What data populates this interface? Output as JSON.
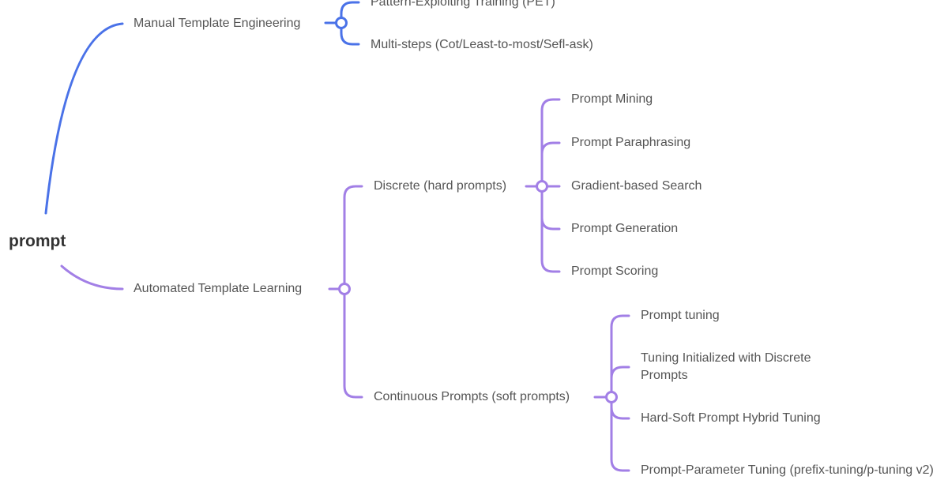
{
  "root": {
    "label": "prompt"
  },
  "colors": {
    "manual": "#4a72e8",
    "automated": "#a27fe6"
  },
  "manual": {
    "label": "Manual Template Engineering",
    "children": [
      "Pattern-Exploiting Training (PET)",
      "Multi-steps (Cot/Least-to-most/Sefl-ask)"
    ]
  },
  "automated": {
    "label": "Automated Template Learning",
    "discrete": {
      "label": "Discrete (hard prompts)",
      "children": [
        "Prompt Mining",
        "Prompt Paraphrasing",
        "Gradient-based Search",
        "Prompt Generation",
        "Prompt Scoring"
      ]
    },
    "continuous": {
      "label": "Continuous Prompts (soft prompts)",
      "children": [
        "Prompt tuning",
        "Tuning Initialized with Discrete Prompts",
        "Hard-Soft Prompt Hybrid Tuning",
        "Prompt-Parameter Tuning (prefix-tuning/p-tuning v2)"
      ]
    }
  }
}
